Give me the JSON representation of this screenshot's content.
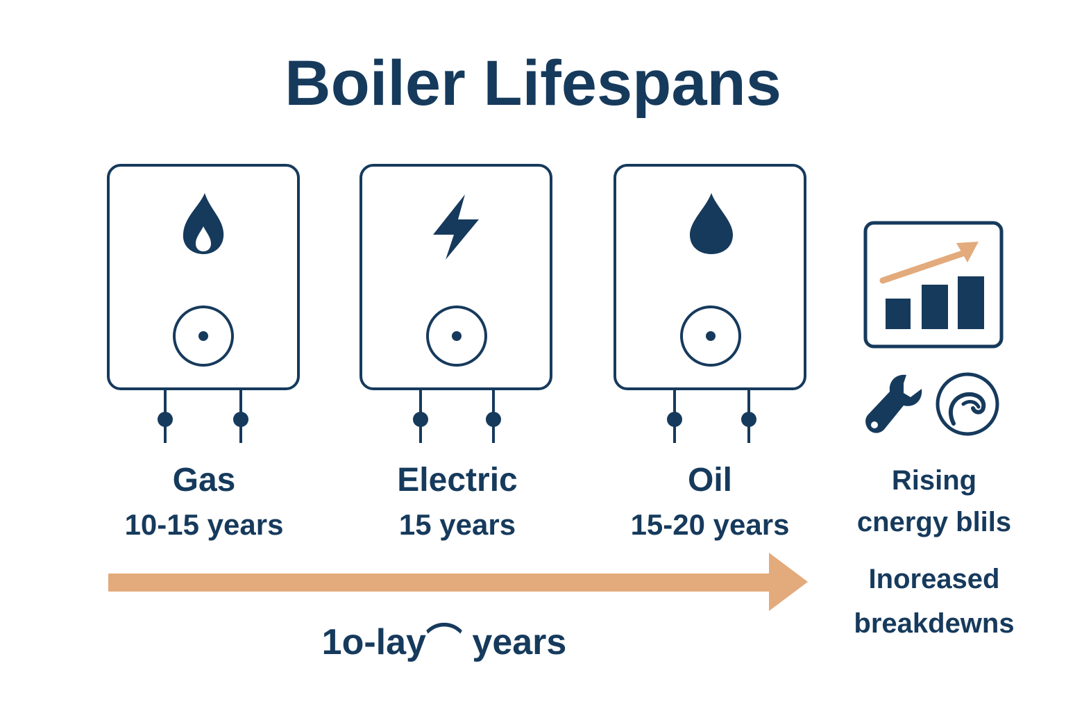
{
  "title": "Boiler Lifespans",
  "boilers": [
    {
      "icon": "gas-flame-icon",
      "name": "Gas",
      "years": "10-15 years"
    },
    {
      "icon": "lightning-bolt-icon",
      "name": "Electric",
      "years": "15 years"
    },
    {
      "icon": "oil-drop-icon",
      "name": "Oil",
      "years": "15-20 years"
    }
  ],
  "timeline": {
    "label": "1o-lay⌒ years"
  },
  "consequences": {
    "chart_icon": "rising-bar-chart-icon",
    "repair_icons": [
      "wrench-icon",
      "gauge-icon"
    ],
    "rising": "Rising",
    "energy_bills": "cnergy blils",
    "increased": "Inoreased",
    "breakdowns": "breakdewns"
  },
  "colors": {
    "navy": "#163a5c",
    "orange": "#e3aa7c",
    "background": "#ffffff"
  }
}
